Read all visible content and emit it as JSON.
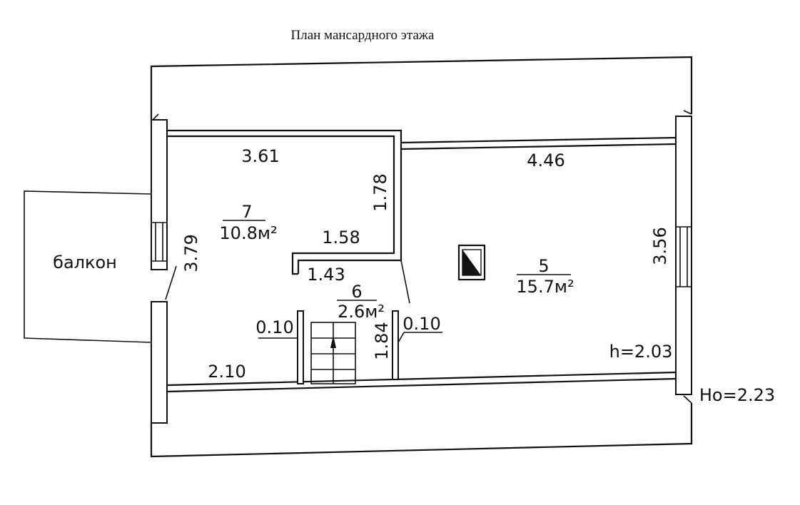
{
  "title": "План мансардного этажа",
  "balcony_label": "балкон",
  "rooms": [
    {
      "number": "7",
      "area": "10.8м²"
    },
    {
      "number": "6",
      "area": "2.6м²"
    },
    {
      "number": "5",
      "area": "15.7м²"
    }
  ],
  "dimensions": {
    "room7_width": "3.61",
    "room7_height": "3.79",
    "partition_1_78": "1.78",
    "partition_1_58": "1.58",
    "partition_1_43": "1.43",
    "room5_width": "4.46",
    "room5_height": "3.56",
    "stair_height": "1.84",
    "wall_left": "0.10",
    "wall_right": "0.10",
    "bottom_2_10": "2.10"
  },
  "heights": {
    "h": "h=2.03",
    "Ho": "Ho=2.23"
  },
  "colors": {
    "ink": "#111111",
    "background": "#ffffff"
  }
}
